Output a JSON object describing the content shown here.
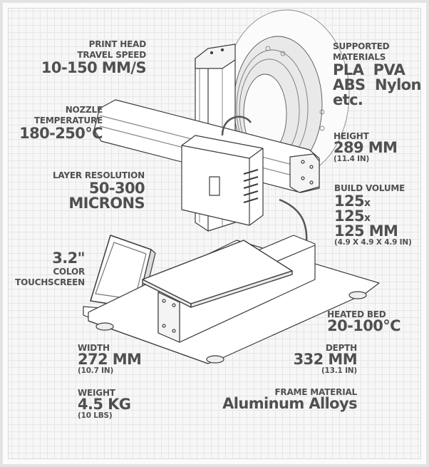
{
  "specs": {
    "travel_speed": {
      "label_line1": "PRINT HEAD",
      "label_line2": "TRAVEL SPEED",
      "value": "10-150 MM/S"
    },
    "nozzle_temp": {
      "label_line1": "NOZZLE",
      "label_line2": "TEMPERATURE",
      "value": "180-250°C"
    },
    "layer_resolution": {
      "label": "LAYER RESOLUTION",
      "value_line1": "50-300",
      "value_line2": "MICRONS"
    },
    "touchscreen": {
      "value": "3.2\"",
      "label_line1": "COLOR",
      "label_line2": "TOUCHSCREEN"
    },
    "width": {
      "label": "WIDTH",
      "value": "272 MM",
      "sub": "(10.7 IN)"
    },
    "weight": {
      "label": "WEIGHT",
      "value": "4.5 KG",
      "sub": "(10 LBS)"
    },
    "materials": {
      "label_line1": "SUPPORTED",
      "label_line2": "MATERIALS",
      "value_line1": "PLA  PVA",
      "value_line2": "ABS  Nylon",
      "value_line3": "etc."
    },
    "height": {
      "label": "HEIGHT",
      "value": "289 MM",
      "sub": "(11.4 IN)"
    },
    "build_volume": {
      "label": "BUILD VOLUME",
      "dim1": "125",
      "dim2": "125",
      "dim3": "125 MM",
      "x": "x",
      "sub": "(4.9 X 4.9 X 4.9 IN)"
    },
    "heated_bed": {
      "label": "HEATED BED",
      "value": "20-100°C"
    },
    "depth": {
      "label": "DEPTH",
      "value": "332 MM",
      "sub": "(13.1 IN)"
    },
    "frame_material": {
      "label": "FRAME MATERIAL",
      "value": "Aluminum Alloys"
    }
  },
  "colors": {
    "text": "#505050",
    "grid_line": "#e6e6e6",
    "grid_bg": "#f7f7f7",
    "outer_border": "#e3e3e3",
    "drawing_line": "#3c3c3c"
  }
}
